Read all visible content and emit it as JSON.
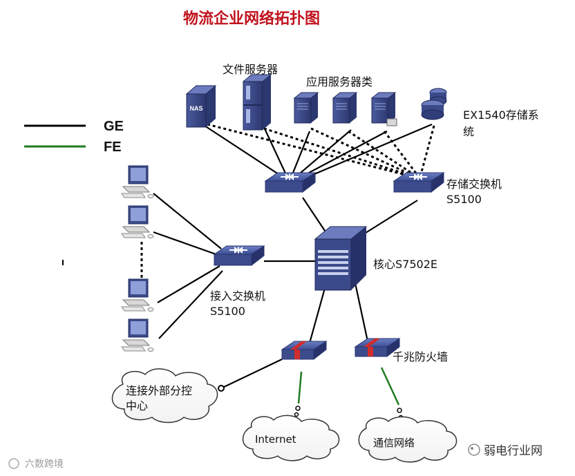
{
  "title": "物流企业网络拓扑图",
  "legend": {
    "ge": "GE",
    "fe": "FE"
  },
  "colors": {
    "title": "#c0121e",
    "ge_line": "#000000",
    "fe_line": "#1f7a1f",
    "device": "#3b4a8a"
  },
  "labels": {
    "file_server": "文件服务器",
    "app_server": "应用服务器类",
    "storage_line1": "EX1540存储系",
    "storage_line2": "统",
    "storage_switch_line1": "存储交换机",
    "storage_switch_line2": "S5100",
    "core": "核心S7502E",
    "access_line1": "接入交换机",
    "access_line2": "S5100",
    "firewall": "千兆防火墙",
    "branch_line1": "连接外部分控",
    "branch_line2": "中心",
    "internet": "Internet",
    "comm_net": "通信网络",
    "nas": "NAS"
  },
  "watermarks": {
    "left": "六数跨境",
    "right": "弱电行业网"
  }
}
